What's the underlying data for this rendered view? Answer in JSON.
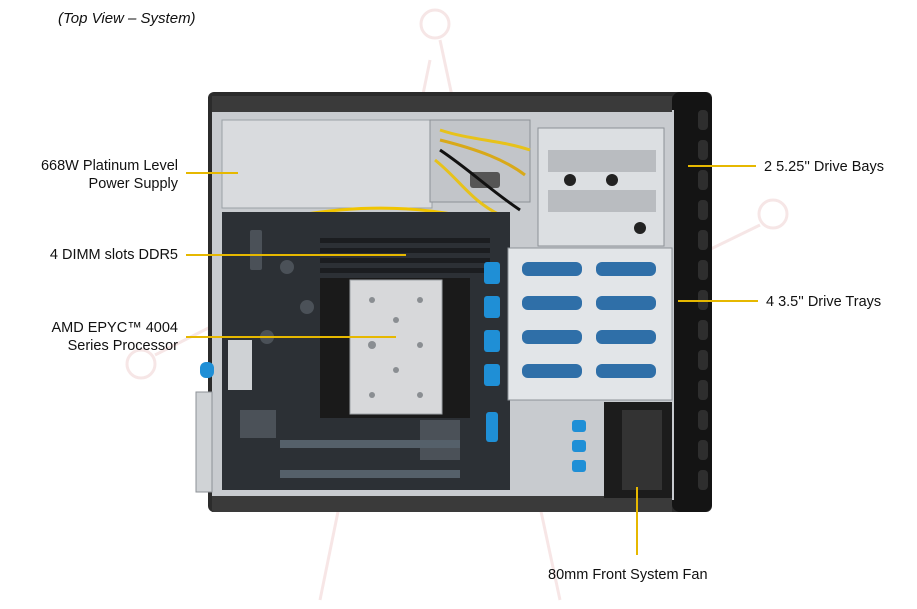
{
  "caption": "(Top View – System)",
  "callouts": {
    "psu": [
      "668W Platinum  Level",
      "Power Supply"
    ],
    "dimm": "4 DIMM slots DDR5",
    "cpu": [
      "AMD EPYC™ 4004",
      "Series Processor"
    ],
    "bays": "2 5.25'' Drive Bays",
    "trays": "4 3.5'' Drive Trays",
    "fan": "80mm Front System Fan"
  },
  "colors": {
    "leader": "#e6b800",
    "chassis_frame": "#1c1c1c",
    "steel": "#c9ccd0",
    "board": "#2a2e33",
    "clip_blue": "#1f8fd6"
  }
}
